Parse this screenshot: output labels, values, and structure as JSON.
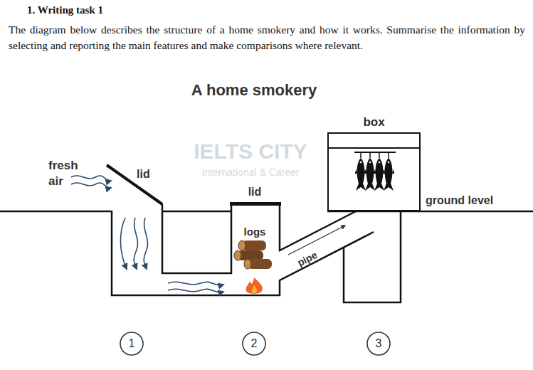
{
  "diagram": {
    "title": "A home smokery",
    "nodes": [
      {
        "text": [
          "box"
        ]
      },
      {
        "text": [
          "1"
        ]
      },
      {
        "text": [
          "2"
        ]
      },
      {
        "text": [
          "3"
        ]
      }
    ],
    "labels": [
      "1. Writing task 1",
      "The diagram below describes the structure of a home smokery and how it works. Summarise the information by selecting and reporting the main features and make comparisons where relevant.",
      "fresh air",
      "lid",
      "lid",
      "logs",
      "pipe",
      "ground level",
      "IELTS CITY",
      "International & Career"
    ]
  }
}
